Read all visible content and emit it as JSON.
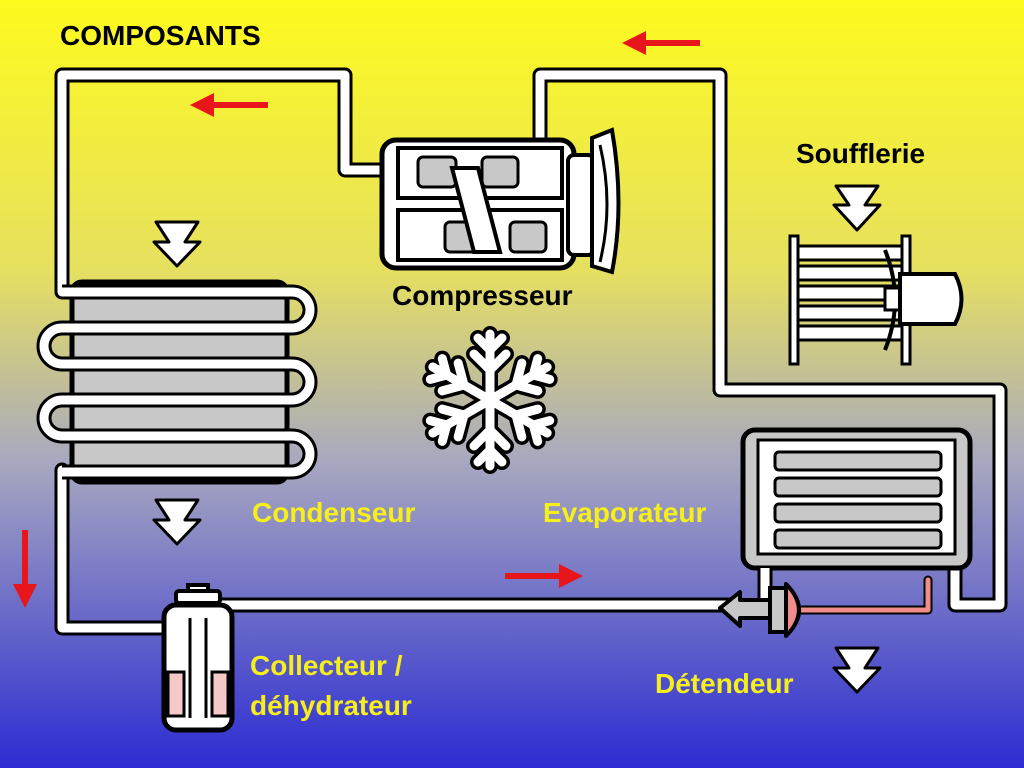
{
  "title": "COMPOSANTS",
  "labels": {
    "compressor": "Compresseur",
    "blower": "Soufflerie",
    "condenser": "Condenseur",
    "evaporator": "Evaporateur",
    "receiver_line1": "Collecteur /",
    "receiver_line2": "déhydrateur",
    "expansion_valve": "Détendeur"
  },
  "colors": {
    "background_top": "#fdfa1e",
    "background_bottom": "#2c2cd2",
    "pipe_outline": "#000000",
    "pipe_fill": "#ffffff",
    "flow_arrow": "#e8161a",
    "component_gray": "#c8c8c8",
    "desiccant_pink": "#f6c8c8",
    "valve_pink": "#f08c8c",
    "label_dark": "#000000",
    "label_light": "#f6ef1a"
  },
  "icons": [
    "snowflake-icon",
    "airflow-arrow-icon",
    "flow-arrow-icon"
  ]
}
